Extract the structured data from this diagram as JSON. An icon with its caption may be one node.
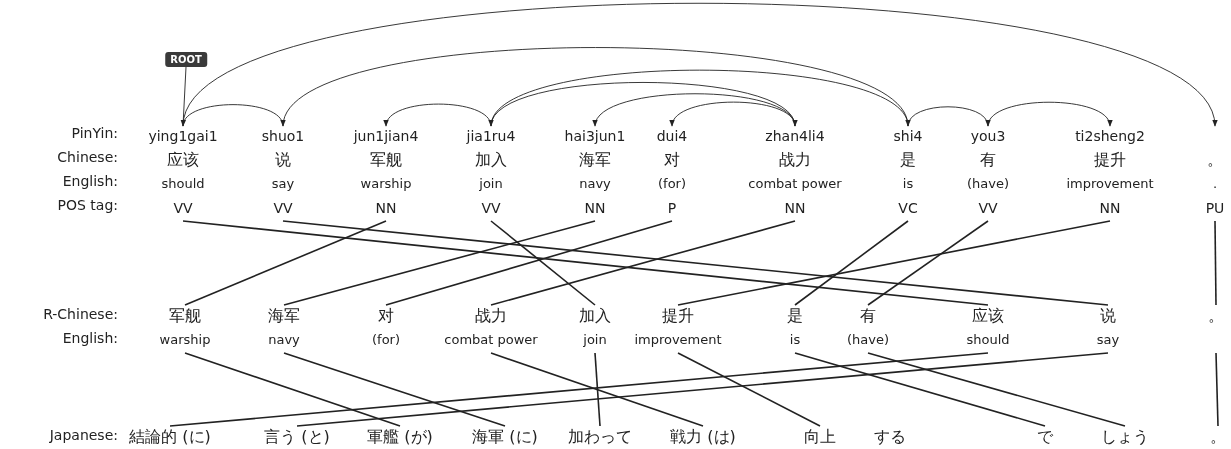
{
  "diagram": {
    "nodes": [
      {
        "text": [
          "ROOT"
        ]
      },
      {
        "text": [
          "ying1gai1",
          "应该",
          "should",
          "VV"
        ]
      },
      {
        "text": [
          "shuo1",
          "说",
          "say",
          "VV"
        ]
      },
      {
        "text": [
          "jun1jian4",
          "军舰",
          "warship",
          "NN"
        ]
      },
      {
        "text": [
          "jia1ru4",
          "加入",
          "join",
          "VV"
        ]
      },
      {
        "text": [
          "hai3jun1",
          "海军",
          "navy",
          "NN"
        ]
      },
      {
        "text": [
          "dui4",
          "对",
          "(for)",
          "P"
        ]
      },
      {
        "text": [
          "zhan4li4",
          "战力",
          "combat power",
          "NN"
        ]
      },
      {
        "text": [
          "shi4",
          "是",
          "is",
          "VC"
        ]
      },
      {
        "text": [
          "you3",
          "有",
          "(have)",
          "VV"
        ]
      },
      {
        "text": [
          "ti2sheng2",
          "提升",
          "improvement",
          "NN"
        ]
      },
      {
        "text": [
          "。",
          ".",
          "PU"
        ]
      },
      {
        "text": [
          "军舰",
          "warship"
        ]
      },
      {
        "text": [
          "海军",
          "navy"
        ]
      },
      {
        "text": [
          "对",
          "(for)"
        ]
      },
      {
        "text": [
          "战力",
          "combat power"
        ]
      },
      {
        "text": [
          "加入",
          "join"
        ]
      },
      {
        "text": [
          "提升",
          "improvement"
        ]
      },
      {
        "text": [
          "是",
          "is"
        ]
      },
      {
        "text": [
          "有",
          "(have)"
        ]
      },
      {
        "text": [
          "应该",
          "should"
        ]
      },
      {
        "text": [
          "说",
          "say"
        ]
      },
      {
        "text": [
          "。"
        ]
      },
      {
        "text": [
          "結論的 (に)"
        ]
      },
      {
        "text": [
          "言う (と)"
        ]
      },
      {
        "text": [
          "軍艦 (が)"
        ]
      },
      {
        "text": [
          "海軍 (に)"
        ]
      },
      {
        "text": [
          "加わって"
        ]
      },
      {
        "text": [
          "戦力 (は)"
        ]
      },
      {
        "text": [
          "向上"
        ]
      },
      {
        "text": [
          "する"
        ]
      },
      {
        "text": [
          "で"
        ]
      },
      {
        "text": [
          "しょう"
        ]
      },
      {
        "text": [
          "。"
        ]
      }
    ],
    "edges": [
      {
        "from": 0,
        "to": 1,
        "arrow": "to"
      },
      {
        "from": 1,
        "to": 2,
        "arrow": "to"
      },
      {
        "from": 1,
        "to": 11,
        "arrow": "to"
      },
      {
        "from": 2,
        "to": 8,
        "arrow": "to"
      },
      {
        "from": 8,
        "to": 4,
        "arrow": "to"
      },
      {
        "from": 4,
        "to": 3,
        "arrow": "to"
      },
      {
        "from": 4,
        "to": 7,
        "arrow": "to"
      },
      {
        "from": 7,
        "to": 6,
        "arrow": "to"
      },
      {
        "from": 7,
        "to": 5,
        "arrow": "to"
      },
      {
        "from": 8,
        "to": 9,
        "arrow": "to"
      },
      {
        "from": 9,
        "to": 10,
        "arrow": "to"
      },
      {
        "from": 1,
        "to": 20,
        "arrow": "none"
      },
      {
        "from": 2,
        "to": 21,
        "arrow": "none"
      },
      {
        "from": 3,
        "to": 12,
        "arrow": "none"
      },
      {
        "from": 4,
        "to": 16,
        "arrow": "none"
      },
      {
        "from": 5,
        "to": 13,
        "arrow": "none"
      },
      {
        "from": 6,
        "to": 14,
        "arrow": "none"
      },
      {
        "from": 7,
        "to": 15,
        "arrow": "none"
      },
      {
        "from": 8,
        "to": 18,
        "arrow": "none"
      },
      {
        "from": 9,
        "to": 19,
        "arrow": "none"
      },
      {
        "from": 10,
        "to": 17,
        "arrow": "none"
      },
      {
        "from": 11,
        "to": 22,
        "arrow": "none"
      },
      {
        "from": 12,
        "to": 25,
        "arrow": "none"
      },
      {
        "from": 13,
        "to": 26,
        "arrow": "none"
      },
      {
        "from": 15,
        "to": 28,
        "arrow": "none"
      },
      {
        "from": 16,
        "to": 27,
        "arrow": "none"
      },
      {
        "from": 17,
        "to": 29,
        "arrow": "none"
      },
      {
        "from": 18,
        "to": 31,
        "arrow": "none"
      },
      {
        "from": 19,
        "to": 32,
        "arrow": "none"
      },
      {
        "from": 20,
        "to": 23,
        "arrow": "none"
      },
      {
        "from": 21,
        "to": 24,
        "arrow": "none"
      },
      {
        "from": 22,
        "to": 33,
        "arrow": "none"
      }
    ],
    "labels": [
      "PinYin:",
      "Chinese:",
      "English:",
      "POS tag:",
      "R-Chinese:",
      "English:",
      "Japanese:"
    ]
  }
}
